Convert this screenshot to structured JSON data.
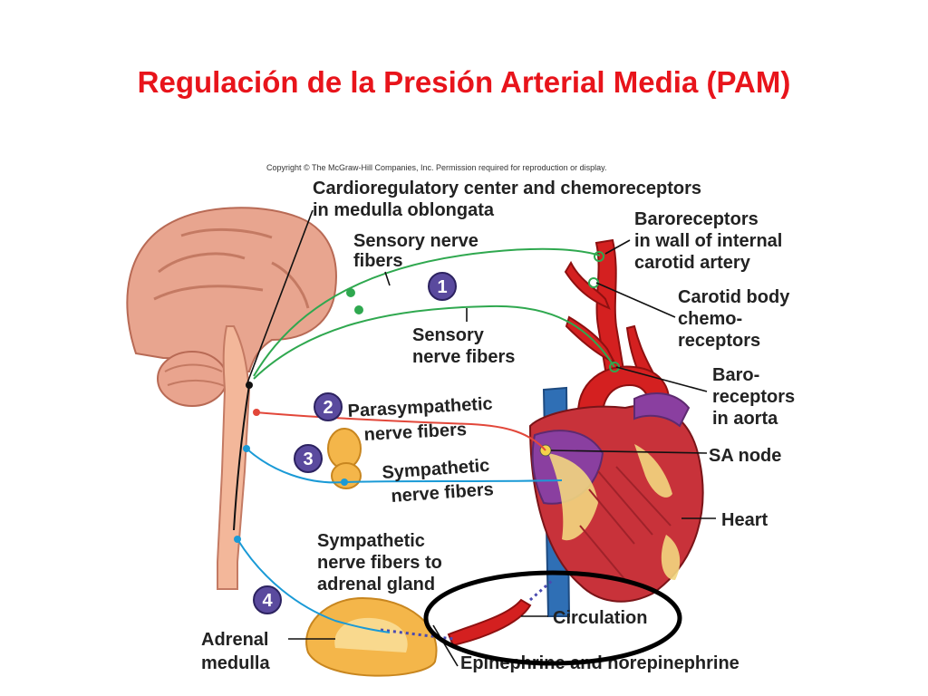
{
  "slide": {
    "title": "Regulación de la Presión Arterial Media (PAM)"
  },
  "figure": {
    "copyright": "Copyright © The McGraw-Hill Companies, Inc. Permission required for reproduction or display.",
    "labels": {
      "cardio_line1": "Cardioregulatory center and chemoreceptors",
      "cardio_line2": "in medulla oblongata",
      "sensory_top_line1": "Sensory nerve",
      "sensory_top_line2": "fibers",
      "sensory_mid_line1": "Sensory",
      "sensory_mid_line2": "nerve fibers",
      "baro_carotid_line1": "Baroreceptors",
      "baro_carotid_line2": "in wall of internal",
      "baro_carotid_line3": "carotid artery",
      "carotid_body_line1": "Carotid body",
      "carotid_body_line2": "chemo-",
      "carotid_body_line3": "receptors",
      "baro_aorta_line1": "Baro-",
      "baro_aorta_line2": "receptors",
      "baro_aorta_line3": "in aorta",
      "parasym_line1": "Parasympathetic",
      "parasym_line2": "nerve fibers",
      "sym_line1": "Sympathetic",
      "sym_line2": "nerve fibers",
      "sa_node": "SA node",
      "heart": "Heart",
      "sym_adrenal_line1": "Sympathetic",
      "sym_adrenal_line2": "nerve fibers to",
      "sym_adrenal_line3": "adrenal gland",
      "adrenal_line1": "Adrenal",
      "adrenal_line2": "medulla",
      "circulation": "Circulation",
      "epinephrine": "Epinephrine and norepinephrine"
    },
    "steps": [
      "1",
      "2",
      "3",
      "4"
    ],
    "colors": {
      "title": "#e8141b",
      "sensory_nerve": "#2fa84f",
      "parasympathetic_nerve": "#e2473a",
      "sympathetic_nerve": "#1a9ad6",
      "step_badge": "#5a4a9e",
      "artery": "#d42020",
      "vein": "#2f6fb5",
      "brain": "#e8a58f",
      "adrenal": "#f4b64a",
      "highlight_ellipse": "#000000"
    }
  }
}
